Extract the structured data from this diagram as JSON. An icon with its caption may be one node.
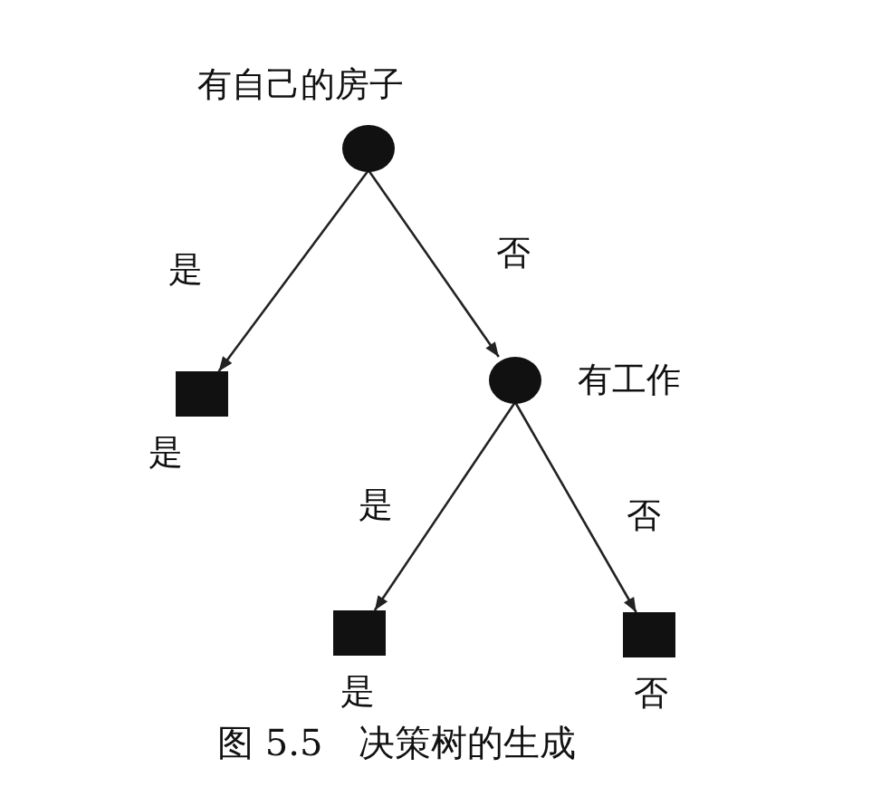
{
  "diagram": {
    "caption": "图 5.5　决策树的生成",
    "nodes": [
      {
        "text": [],
        "shape": "circle",
        "beside": [
          "有自己的房子"
        ]
      },
      {
        "text": [],
        "shape": "box",
        "beside": [
          "是"
        ]
      },
      {
        "text": [],
        "shape": "circle",
        "beside": [
          "有工作"
        ]
      },
      {
        "text": [],
        "shape": "box",
        "beside": [
          "是"
        ]
      },
      {
        "text": [],
        "shape": "box",
        "beside": [
          "否"
        ]
      }
    ],
    "edges": [
      {
        "from": 0,
        "to": 1,
        "arrow": "to",
        "label": "是"
      },
      {
        "from": 0,
        "to": 2,
        "arrow": "to",
        "label": "否"
      },
      {
        "from": 2,
        "to": 3,
        "arrow": "to",
        "label": "是"
      },
      {
        "from": 2,
        "to": 4,
        "arrow": "to",
        "label": "否"
      }
    ]
  }
}
